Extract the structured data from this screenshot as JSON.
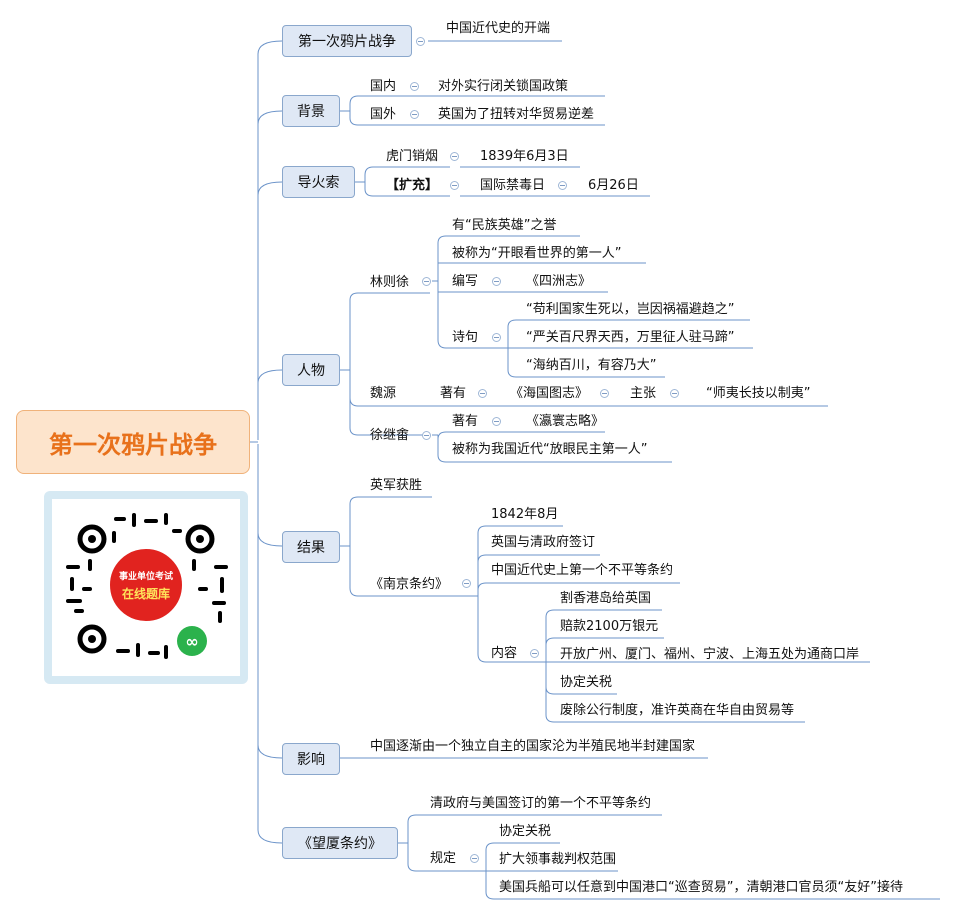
{
  "root": {
    "label": "第一次鸦片战争"
  },
  "qr": {
    "line1": "事业单位考试",
    "line2": "在线题库",
    "icon": "mini-program-icon"
  },
  "b1": {
    "label": "第一次鸦片战争",
    "note": "中国近代史的开端"
  },
  "b2": {
    "label": "背景",
    "k1": "国内",
    "v1": "对外实行闭关锁国政策",
    "k2": "国外",
    "v2": "英国为了扭转对华贸易逆差"
  },
  "b3": {
    "label": "导火索",
    "k1": "虎门销烟",
    "v1": "1839年6月3日",
    "k2": "【扩充】",
    "v2": "国际禁毒日",
    "v3": "6月26日"
  },
  "b4": {
    "label": "人物",
    "lin": {
      "name": "林则徐",
      "i1": "有“民族英雄”之誉",
      "i2": "被称为“开眼看世界的第一人”",
      "write": "编写",
      "book": "《四洲志》",
      "poem": "诗句",
      "p1": "“苟利国家生死以，岂因祸福避趋之”",
      "p2": "“严关百尺界天西，万里征人驻马蹄”",
      "p3": "“海纳百川，有容乃大”"
    },
    "wei": {
      "name": "魏源",
      "has": "著有",
      "book": "《海国图志》",
      "claim": "主张",
      "idea": "“师夷长技以制夷”"
    },
    "xu": {
      "name": "徐继畬",
      "has": "著有",
      "book": "《瀛寰志略》",
      "title": "被称为我国近代“放眼民主第一人”"
    }
  },
  "b5": {
    "label": "结果",
    "r1": "英军获胜",
    "treaty": "《南京条约》",
    "t1": "1842年8月",
    "t2": "英国与清政府签订",
    "t3": "中国近代史上第一个不平等条约",
    "content": "内容",
    "c1": "割香港岛给英国",
    "c2": "赔款2100万银元",
    "c3": "开放广州、厦门、福州、宁波、上海五处为通商口岸",
    "c4": "协定关税",
    "c5": "废除公行制度，准许英商在华自由贸易等"
  },
  "b6": {
    "label": "影响",
    "v": "中国逐渐由一个独立自主的国家沦为半殖民地半封建国家"
  },
  "b7": {
    "label": "《望厦条约》",
    "v1": "清政府与美国签订的第一个不平等条约",
    "rule": "规定",
    "r1": "协定关税",
    "r2": "扩大领事裁判权范围",
    "r3": "美国兵船可以任意到中国港口“巡查贸易”，清朝港口官员须“友好”接待"
  }
}
